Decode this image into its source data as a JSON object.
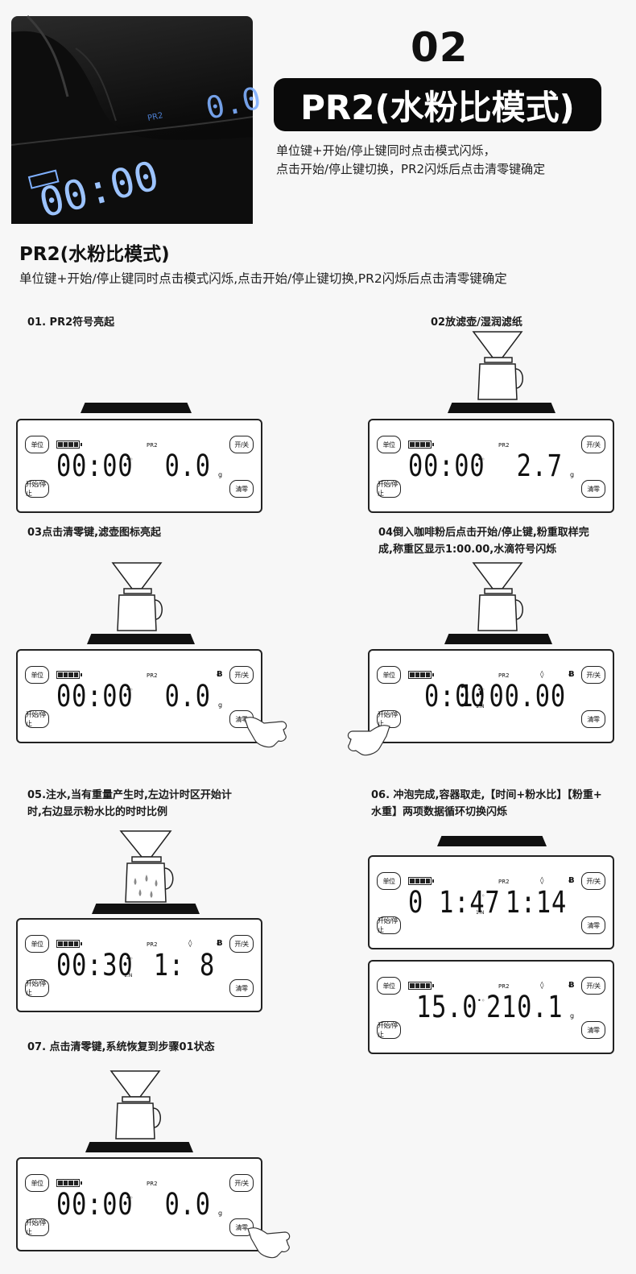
{
  "hero": {
    "step_no": "02",
    "title": "PR2(水粉比模式)",
    "desc_line1": "单位键+开始/停止键同时点击模式闪烁，",
    "desc_line2": "点击开始/停止键切换，PR2闪烁后点击清零键确定",
    "photo": {
      "pr2": "PR2",
      "time": "00:00",
      "weight": "0.0"
    }
  },
  "section": {
    "title": "PR2(水粉比模式)",
    "desc": "单位键+开始/停止键同时点击模式闪烁,点击开始/停止键切换,PR2闪烁后点击清零键确定"
  },
  "buttons": {
    "unit": "单位",
    "power": "开/关",
    "start_stop": "开始/停止",
    "tare": "清零"
  },
  "steps": [
    {
      "label": "01. PR2符号亮起",
      "mode": "PR2",
      "time": "00:00",
      "right": "0.0",
      "unit": "g"
    },
    {
      "label": "02放滤壶/湿润滤纸",
      "mode": "PR2",
      "time": "00:00",
      "right": "2.7",
      "unit": "g"
    },
    {
      "label": "03点击清零键,滤壶图标亮起",
      "mode": "PR2",
      "time": "00:00",
      "right": "0.0",
      "unit": "g"
    },
    {
      "label_line1": "04倒入咖啡粉后点击开始/停止键,粉重取样完",
      "label_line2": "成,称重区显示1:00.00,水滴符号闪烁",
      "mode": "PR2",
      "time": "0:00",
      "right": "1:00.00",
      "ratio": "1:N"
    },
    {
      "label_line1": "05.注水,当有重量产生时,左边计时区开始计",
      "label_line2": "时,右边显示粉水比的时时比例",
      "mode": "PR2",
      "time": "00:30",
      "right": "1: 8",
      "ratio": "1:N"
    },
    {
      "label_line1": "06. 冲泡完成,容器取走,【时间+粉水比】【粉重+",
      "label_line2": "水重】两项数据循环切换闪烁",
      "mode": "PR2",
      "a_time": "0 1:47",
      "a_right": "1:14",
      "a_ratio": "1:N",
      "b_left": "15.0",
      "b_right": "210.1",
      "b_unit": "g"
    },
    {
      "label": "07. 点击清零键,系统恢复到步骤01状态",
      "mode": "PR2",
      "time": "00:00",
      "right": "0.0",
      "unit": "g"
    }
  ],
  "icons": {
    "drop": "water-drop-icon",
    "kettle": "kettle-icon",
    "battery": "battery-icon",
    "hand": "hand-icon",
    "dripper": "pour-over-dripper-icon"
  }
}
